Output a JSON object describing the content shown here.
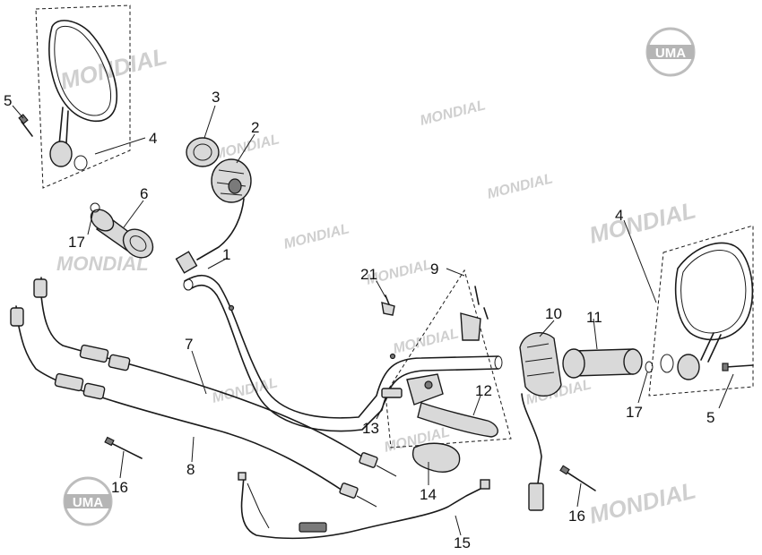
{
  "watermark_text": "MONDIAL",
  "logo_text": "UMA",
  "labels": [
    {
      "id": "l5a",
      "text": "5"
    },
    {
      "id": "l4a",
      "text": "4"
    },
    {
      "id": "l3",
      "text": "3"
    },
    {
      "id": "l2",
      "text": "2"
    },
    {
      "id": "l6",
      "text": "6"
    },
    {
      "id": "l17a",
      "text": "17"
    },
    {
      "id": "l1",
      "text": "1"
    },
    {
      "id": "l21",
      "text": "21"
    },
    {
      "id": "l9",
      "text": "9"
    },
    {
      "id": "l10",
      "text": "10"
    },
    {
      "id": "l11",
      "text": "11"
    },
    {
      "id": "l4b",
      "text": "4"
    },
    {
      "id": "l7",
      "text": "7"
    },
    {
      "id": "l12",
      "text": "12"
    },
    {
      "id": "l13",
      "text": "13"
    },
    {
      "id": "l17b",
      "text": "17"
    },
    {
      "id": "l5b",
      "text": "5"
    },
    {
      "id": "l8",
      "text": "8"
    },
    {
      "id": "l14",
      "text": "14"
    },
    {
      "id": "l16a",
      "text": "16"
    },
    {
      "id": "l16b",
      "text": "16"
    },
    {
      "id": "l15",
      "text": "15"
    }
  ]
}
